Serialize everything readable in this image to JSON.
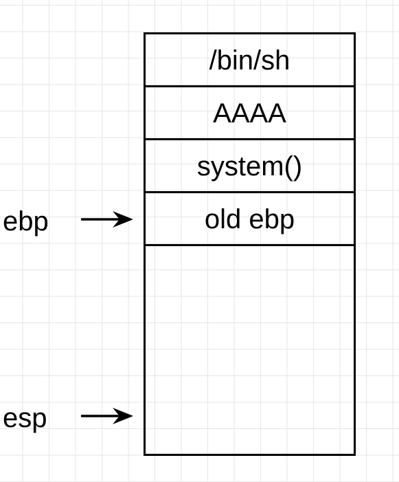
{
  "stack": {
    "cells": [
      "/bin/sh",
      "AAAA",
      "system()",
      "old ebp"
    ]
  },
  "pointers": {
    "ebp": "ebp",
    "esp": "esp"
  },
  "colors": {
    "line": "#000000",
    "grid": "#e6e6e6",
    "background": "#ffffff"
  }
}
